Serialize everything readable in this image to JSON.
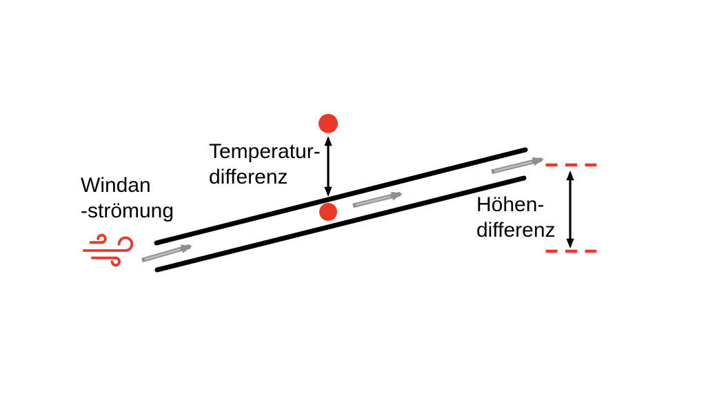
{
  "colors": {
    "background": "#ffffff",
    "red": "#e8392b",
    "black": "#000000",
    "arrow_gray": "#8f8f8f",
    "arrow_gray_light": "#bdbdbd"
  },
  "labels": {
    "wind_line1": "Windan",
    "wind_line2": "-strömung",
    "temperature_line1": "Temperatur-",
    "temperature_line2": "differenz",
    "height_line1": "Höhen-",
    "height_line2": "differenz"
  },
  "icons": {
    "wind": "wind-gust-icon"
  }
}
